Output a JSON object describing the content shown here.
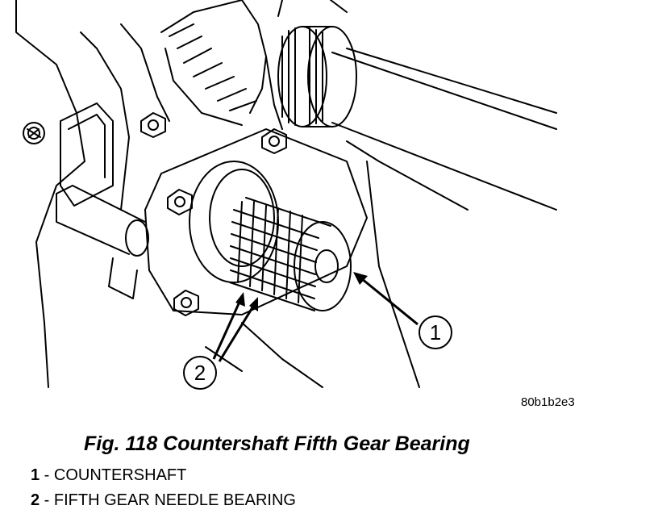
{
  "figure": {
    "image_code": "80b1b2e3",
    "caption": "Fig. 118 Countershaft Fifth Gear Bearing",
    "callouts": [
      {
        "number": "1",
        "label": "COUNTERSHAFT"
      },
      {
        "number": "2",
        "label": "FIFTH GEAR NEEDLE BEARING"
      }
    ],
    "separator": " - "
  },
  "colors": {
    "line": "#000000",
    "background": "#ffffff"
  }
}
